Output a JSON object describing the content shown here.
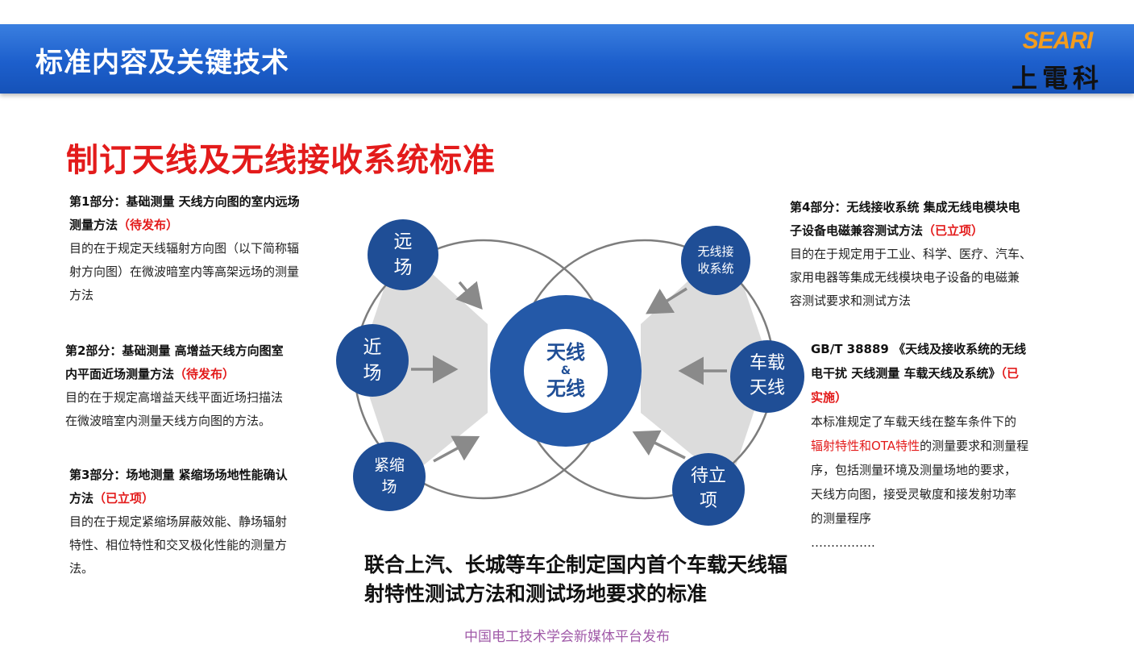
{
  "header": {
    "title": "标准内容及关键技术",
    "logo_en": "SEARI",
    "logo_cn": "上電科"
  },
  "main_title": "制订天线及无线接收系统标准",
  "left_blocks": [
    {
      "head_lines": [
        "第1部分：基础测量 天线方向图的室内远场",
        "测量方法"
      ],
      "status": "（待发布）",
      "body_lines": [
        "目的在于规定天线辐射方向图（以下简称辐",
        "射方向图）在微波暗室内等高架远场的测量",
        "方法"
      ]
    },
    {
      "head_lines": [
        "第2部分：基础测量 高增益天线方向图室",
        "内平面近场测量方法"
      ],
      "status": "（待发布）",
      "body_lines": [
        "目的在于规定高增益天线平面近场扫描法",
        "在微波暗室内测量天线方向图的方法。"
      ]
    },
    {
      "head_lines": [
        "第3部分：场地测量 紧缩场场地性能确认",
        "方法"
      ],
      "status": "（已立项）",
      "body_lines": [
        "目的在于规定紧缩场屏蔽效能、静场辐射",
        "特性、相位特性和交叉极化性能的测量方",
        "法。"
      ]
    }
  ],
  "right_blocks": [
    {
      "head_lines": [
        "第4部分：无线接收系统 集成无线电模块电",
        "子设备电磁兼容测试方法"
      ],
      "status": "（已立项）",
      "body_lines": [
        "目的在于规定用于工业、科学、医疗、汽车、",
        "家用电器等集成无线模块电子设备的电磁兼",
        "容测试要求和测试方法"
      ]
    },
    {
      "head_lines": [
        "GB/T 38889 《天线及接收系统的无线",
        "电干扰 天线测量 车载天线及系统》"
      ],
      "status_a": "（已",
      "status_b": "实施）",
      "body_line1": "本标准规定了车载天线在整车条件下的",
      "body_red": "辐射特性和OTA特性",
      "body_after_red": "的测量要求和测量程",
      "body_rest": [
        "序，包括测量环境及测量场地的要求，",
        "天线方向图，接受灵敏度和接发射功率",
        "的测量程序",
        "……………."
      ]
    }
  ],
  "diagram": {
    "center": [
      "天线",
      "&",
      "无线"
    ],
    "nodes": {
      "far_field": [
        "远",
        "场"
      ],
      "near_field": [
        "近",
        "场"
      ],
      "compact": [
        "紧缩",
        "场"
      ],
      "wireless_rx": [
        "无线接",
        "收系统"
      ],
      "vehicle": [
        "车载",
        "天线"
      ],
      "pending": [
        "待立",
        "项"
      ]
    },
    "colors": {
      "node": "#1f4e96",
      "ring": "#2459a8",
      "wedge": "#dcdcdc",
      "arrow": "#8a8a8a",
      "circle_outline": "#7d7d7d"
    }
  },
  "bottom_statement": [
    "联合上汽、长城等车企制定国内首个车载天线辐",
    "射特性测试方法和测试场地要求的标准"
  ],
  "footer": "中国电工技术学会新媒体平台发布"
}
